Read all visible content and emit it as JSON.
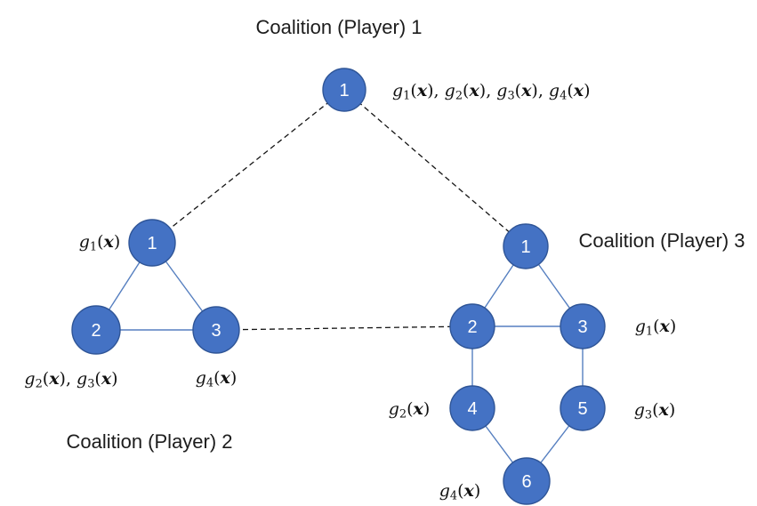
{
  "diagram": {
    "type": "coalition-constraint-graph",
    "colors": {
      "node_fill": "#4472C4",
      "node_stroke": "#2F5597",
      "solid_edge": "#567FC0",
      "dashed_edge": "#141414",
      "node_text": "#FFFFFF",
      "label_text": "#1A1A1A"
    },
    "coalition1": {
      "title": "Coalition (Player) 1",
      "nodes": [
        "1"
      ],
      "constraints_label": "g1(x), g2(x), g3(x), g4(x)"
    },
    "coalition2": {
      "title": "Coalition (Player) 2",
      "nodes": [
        "1",
        "2",
        "3"
      ],
      "node_labels": {
        "node1": "g1(x)",
        "node2": "g2(x), g3(x)",
        "node3": "g4(x)"
      },
      "edges": [
        [
          "1",
          "2"
        ],
        [
          "1",
          "3"
        ],
        [
          "2",
          "3"
        ]
      ]
    },
    "coalition3": {
      "title": "Coalition (Player) 3",
      "nodes": [
        "1",
        "2",
        "3",
        "4",
        "5",
        "6"
      ],
      "node_labels": {
        "node3": "g1(x)",
        "node4": "g2(x)",
        "node5": "g3(x)",
        "node6": "g4(x)"
      },
      "edges": [
        [
          "1",
          "2"
        ],
        [
          "1",
          "3"
        ],
        [
          "2",
          "3"
        ],
        [
          "2",
          "4"
        ],
        [
          "3",
          "5"
        ],
        [
          "4",
          "6"
        ],
        [
          "5",
          "6"
        ]
      ]
    },
    "inter_coalition_edges": [
      [
        "coalition1.node1",
        "coalition2.node1"
      ],
      [
        "coalition1.node1",
        "coalition3.node1"
      ],
      [
        "coalition2.node3",
        "coalition3.node2"
      ]
    ]
  }
}
